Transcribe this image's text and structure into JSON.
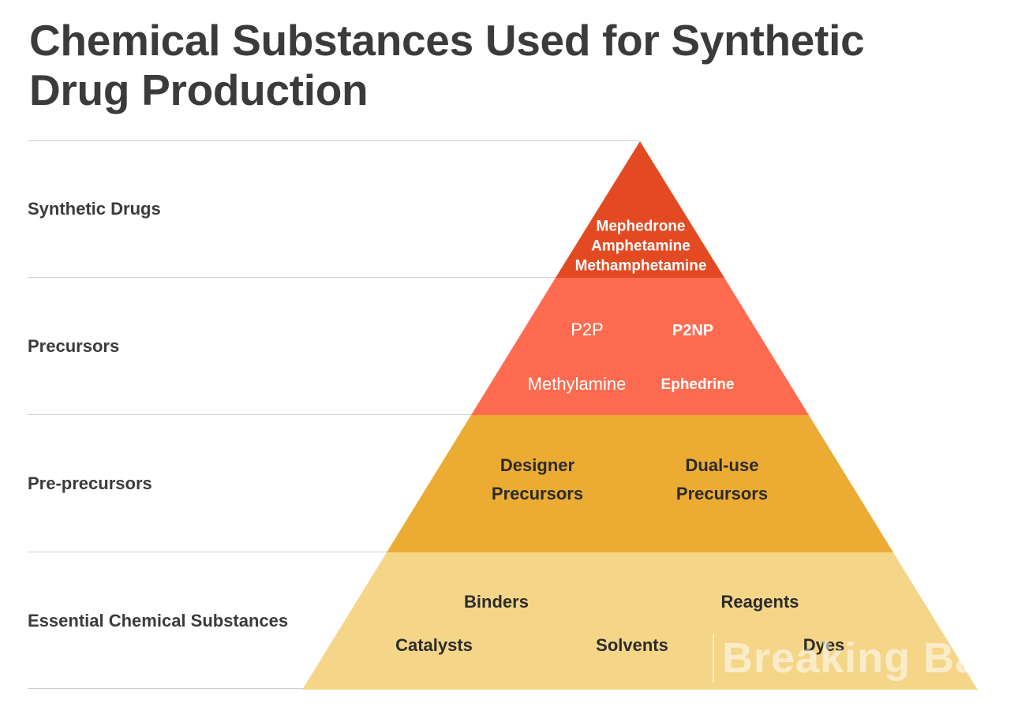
{
  "title": "Chemical Substances Used for Synthetic Drug Production",
  "colors": {
    "synthetic_drugs": "#e44a22",
    "precursors": "#ff6b51",
    "pre_precursors": "#ecab33",
    "essential": "#f5d688",
    "row_line": "#cfcfcf"
  },
  "levels": [
    {
      "label": "Synthetic Drugs",
      "items": [
        "Mephedrone",
        "Amphetamine",
        "Methamphetamine"
      ]
    },
    {
      "label": "Precursors",
      "items": [
        "P2P",
        "P2NP",
        "Methylamine",
        "Ephedrine"
      ]
    },
    {
      "label": "Pre-precursors",
      "items": [
        "Designer Precursors",
        "Dual-use Precursors"
      ]
    },
    {
      "label": "Essential Chemical Substances",
      "items": [
        "Binders",
        "Reagents",
        "Catalysts",
        "Solvents",
        "Dyes"
      ]
    }
  ],
  "watermark": "Breaking Bad"
}
